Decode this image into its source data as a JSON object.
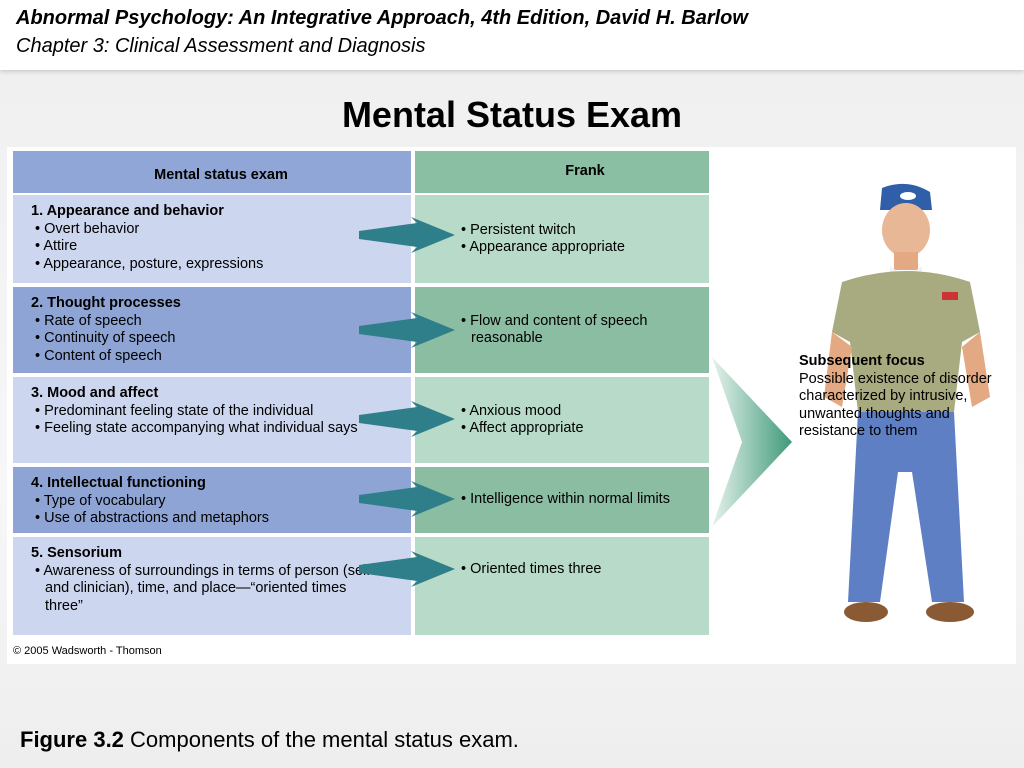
{
  "header": {
    "line1": "Abnormal Psychology: An Integrative Approach, 4th Edition, David H. Barlow",
    "line2": "Chapter 3: Clinical Assessment and Diagnosis"
  },
  "slide_title": "Mental Status Exam",
  "table": {
    "col_left_header": "Mental status exam",
    "col_right_header": "Frank",
    "rows": [
      {
        "title": "1. Appearance and behavior",
        "items": [
          "Overt behavior",
          "Attire",
          "Appearance, posture, expressions"
        ],
        "frank": [
          "Persistent twitch",
          "Appearance appropriate"
        ]
      },
      {
        "title": "2. Thought processes",
        "items": [
          "Rate of speech",
          "Continuity of speech",
          "Content of speech"
        ],
        "frank": [
          "Flow and content of speech reasonable"
        ]
      },
      {
        "title": "3. Mood and affect",
        "items": [
          "Predominant feeling state of the individual",
          "Feeling state accompanying what individual says"
        ],
        "frank": [
          "Anxious mood",
          "Affect appropriate"
        ]
      },
      {
        "title": "4. Intellectual functioning",
        "items": [
          "Type of vocabulary",
          "Use of abstractions and metaphors"
        ],
        "frank": [
          "Intelligence within normal limits"
        ]
      },
      {
        "title": "5. Sensorium",
        "items": [
          "Awareness of surroundings in terms of person (self and clinician), time, and place—“oriented times three”"
        ],
        "frank": [
          "Oriented times three"
        ]
      }
    ]
  },
  "focus": {
    "title": "Subsequent focus",
    "text": "Possible existence of disorder characterized by intrusive, unwanted thoughts and resistance to them"
  },
  "copyright": "© 2005 Wadsworth - Thomson",
  "caption": {
    "label": "Figure 3.2",
    "text": "Components of the mental status exam."
  },
  "colors": {
    "left_header": "#8fa6d6",
    "left_light": "#ccd6ee",
    "left_dark": "#8ea4d5",
    "right_header": "#8bbfa3",
    "right_light": "#b8dbc9",
    "right_dark": "#8bbda2",
    "arrow": "#2f7f8a"
  },
  "icons": {
    "row_arrow": "right-arrow-icon",
    "big_arrow": "chevron-arrow-icon",
    "figure": "man-illustration"
  }
}
